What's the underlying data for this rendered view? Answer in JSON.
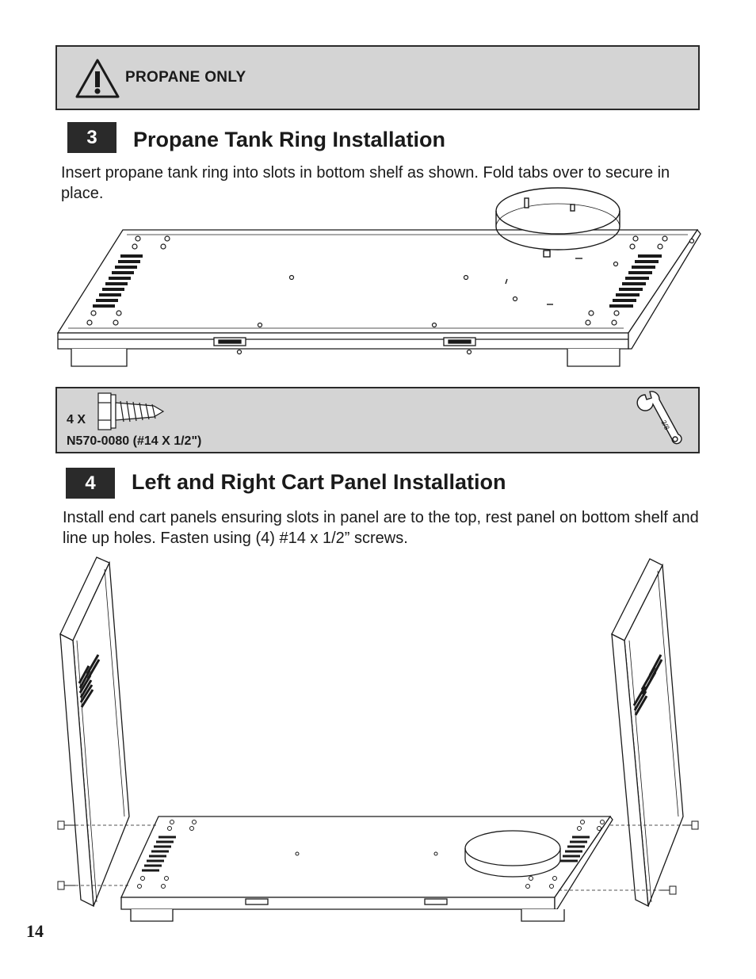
{
  "warning": {
    "text": "PROPANE ONLY",
    "icon": "warning-triangle-icon"
  },
  "step3": {
    "number": "3",
    "title": "Propane Tank Ring Installation",
    "instructions": "Insert propane tank ring into slots in bottom shelf as shown.  Fold tabs over  to secure in place."
  },
  "hardware": {
    "quantity": "4 X",
    "part": "N570-0080 (#14 X 1/2\")",
    "wrench_size": "3/8",
    "icons": [
      "screw-icon",
      "wrench-icon"
    ]
  },
  "step4": {
    "number": "4",
    "title": "Left and Right Cart Panel Installation",
    "instructions": "Install end cart panels ensuring slots in panel are to the top, rest panel on bottom shelf and line up holes.  Fasten  using (4) #14 x 1/2” screws."
  },
  "page_number": "14",
  "colors": {
    "box_fill": "#d4d4d4",
    "badge_fill": "#2a2a2a",
    "line": "#1a1a1a"
  }
}
